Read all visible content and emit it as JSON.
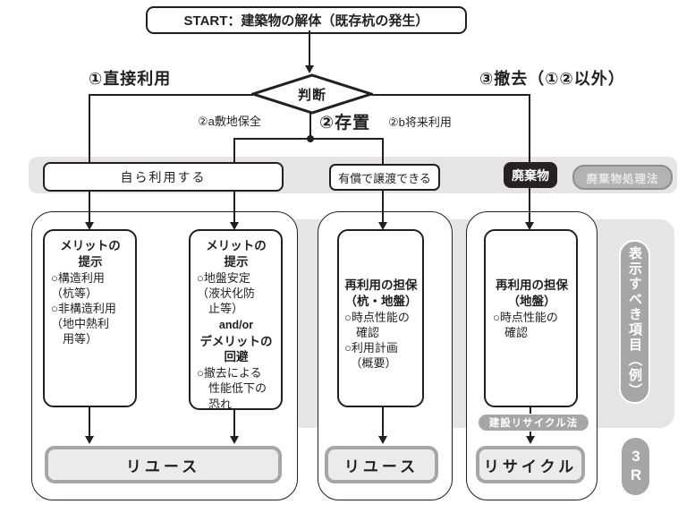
{
  "flow": {
    "start": "START：建築物の解体（既存杭の発生）",
    "decision": "判断",
    "branches": {
      "direct": "①直接利用",
      "preserve": "②存置",
      "preserve_site": "②a敷地保全",
      "preserve_future": "②b将来利用",
      "removal": "③撤去（①②以外）"
    }
  },
  "band": {
    "use_self": "自ら利用する",
    "transfer_paid": "有償で譲渡できる",
    "waste": "廃棄物",
    "waste_law": "廃棄物処理法"
  },
  "boxes": {
    "merit_direct": {
      "title": "メリットの\n提示",
      "body": "○構造利用\n（杭等）\n○非構造利用\n（地中熱利\n　用等）"
    },
    "merit_preserve": {
      "title": "メリットの\n提示",
      "body": "○地盤安定\n（液状化防\n　止等）",
      "connector": "and/or",
      "title2": "デメリットの\n回避",
      "body2": "○撤去による\n　性能低下の\n　恐れ"
    },
    "guarantee_pile": {
      "title": "再利用の担保\n（杭・地盤）",
      "body": "○時点性能の\n　確認\n○利用計画\n　（概要）"
    },
    "guarantee_ground": {
      "title": "再利用の担保\n（地盤）",
      "body": "○時点性能の\n　確認"
    }
  },
  "outcomes": {
    "reuse1": "リユース",
    "reuse2": "リユース",
    "recycle": "リサイクル"
  },
  "pills": {
    "recycle_law": "建設リサイクル法",
    "display_items": "表示すべき項目（例）",
    "three_r": "3R"
  },
  "colors": {
    "ink": "#231f20",
    "gray_background": "#e6e5e3",
    "pill_gray": "#a7a6a4",
    "waste_black": "#262223",
    "outcome_fill": "#ecebe9",
    "outcome_border": "#a7a6a4"
  }
}
